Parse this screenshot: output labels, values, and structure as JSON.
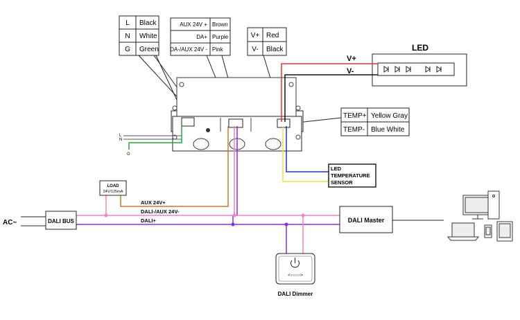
{
  "wire_table_mains": [
    {
      "code": "L",
      "color": "Black"
    },
    {
      "code": "N",
      "color": "White"
    },
    {
      "code": "G",
      "color": "Green"
    }
  ],
  "wire_table_aux": [
    {
      "code": "AUX 24V +",
      "color": "Brown"
    },
    {
      "code": "DA+",
      "color": "Purple"
    },
    {
      "code": "DA-/AUX 24V -",
      "color": "Pink"
    }
  ],
  "wire_table_output": [
    {
      "code": "V+",
      "color": "Red"
    },
    {
      "code": "V-",
      "color": "Black"
    }
  ],
  "wire_table_temp": [
    {
      "code": "TEMP+",
      "color": "Yellow Gray"
    },
    {
      "code": "TEMP-",
      "color": "Blue White"
    }
  ],
  "led": {
    "title": "LED",
    "vplus": "V+",
    "vminus": "V-"
  },
  "mains_labels": {
    "l": "L",
    "n": "N",
    "g": "G"
  },
  "sensor": {
    "line1": "LED",
    "line2": "TEMPERATURE",
    "line3": "SENSOR"
  },
  "load": {
    "line1": "LOAD",
    "line2": "24V/125mA"
  },
  "bus_labels": {
    "aux": "AUX 24V+",
    "dali_minus": "DALI-/AUX 24V-",
    "dali_plus": "DALI+"
  },
  "ac_label": "AC~",
  "dali_bus_label": "DALI BUS",
  "dali_master_label": "DALI Master",
  "dimmer_label": "DALI Dimmer",
  "dimmer_dots": "<○○○○>",
  "colors": {
    "red": "#e8322b",
    "black": "#111111",
    "pink": "#f080c8",
    "purple": "#8a2be2",
    "brown": "#c87828",
    "yellow": "#f0e040",
    "blue": "#2030d0",
    "green": "#2aa838"
  }
}
